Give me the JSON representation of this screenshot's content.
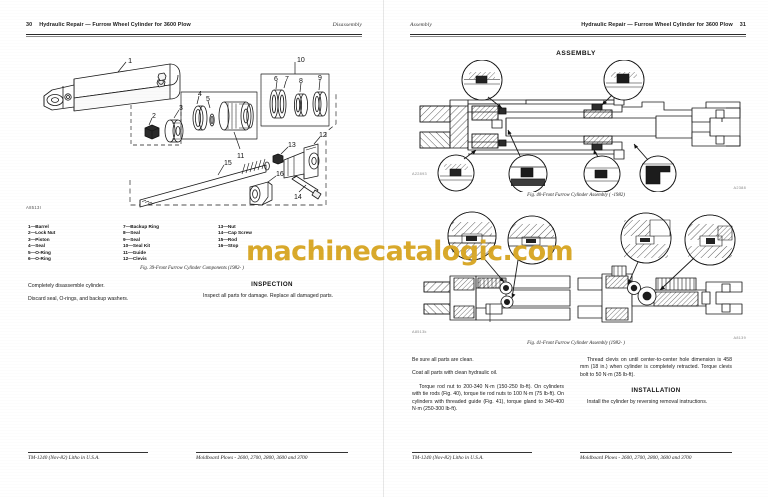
{
  "document": {
    "watermark": "machinecatalogic.com",
    "watermark_color": "#d8a520",
    "ink_color": "#181818"
  },
  "left_page": {
    "running_head": {
      "page_number": "30",
      "title": "Hydraulic Repair — Furrow Wheel Cylinder for 3600 Plow",
      "section": "Disassembly"
    },
    "figure": {
      "drawing_code": "A8513I",
      "caption": "Fig. 39-Front Furrow Cylinder Components (1982-      )",
      "callouts": [
        "1",
        "2",
        "3",
        "4",
        "5",
        "6",
        "7",
        "8",
        "9",
        "10",
        "11",
        "12",
        "13",
        "14",
        "15",
        "16"
      ]
    },
    "parts_legend": {
      "column_1": [
        "1—Barrel",
        "2—Lock Nut",
        "3—Piston",
        "4—Seal",
        "5—O-Ring",
        "6—O-Ring"
      ],
      "column_2": [
        "7—Backup Ring",
        "8—Seal",
        "9—Seal",
        "10—Seal Kit",
        "11—Guide",
        "12—Clevis"
      ],
      "column_3": [
        "13—Nut",
        "14—Cap Screw",
        "15—Rod",
        "16—Stop"
      ]
    },
    "disassembly_text": [
      "Completely disassemble cylinder.",
      "Discard seal, O-rings, and backup washers."
    ],
    "inspection": {
      "heading": "INSPECTION",
      "paragraphs": [
        "Inspect all parts for damage. Replace all damaged parts."
      ]
    },
    "footer": {
      "left": "TM-1240 (Nov-82) Litho in U.S.A.",
      "right": "Moldboard Plows  -  2600, 2700, 2800, 3600 and 3700"
    }
  },
  "right_page": {
    "running_head": {
      "section": "Assembly",
      "title": "Hydraulic Repair — Furrow Wheel Cylinder for 3600 Plow",
      "page_number": "31"
    },
    "section_heading": "ASSEMBLY",
    "figure_40": {
      "drawing_code": "A22893",
      "corner_code": "A2388",
      "caption": "Fig. 40-Front Furrow Cylinder Assembly (      -1982)"
    },
    "figure_41": {
      "drawing_code": "A8513k",
      "corner_code": "A8139",
      "caption": "Fig. 41-Front Furrow Cylinder Assembly (1982-      )"
    },
    "assembly_text": [
      "Be sure all parts are clean.",
      "Coat all parts with clean hydraulic oil.",
      "Torque rod nut to 200-340 N·m (150-250 lb-ft). On cylinders with tie rods (Fig. 40), torque tie rod nuts to 100 N·m (75 lb-ft). On cylinders with threaded guide (Fig. 41), torque gland to 340-400 N·m (250-300 lb-ft)."
    ],
    "clevis_text": [
      "Thread clevis on until center-to-center hole dimension is 458 mm (18 in.) when cylinder is completely retracted. Torque clevis bolt to 50 N·m (35 lb-ft)."
    ],
    "installation": {
      "heading": "INSTALLATION",
      "paragraphs": [
        "Install the cylinder by reversing removal instructions."
      ]
    },
    "footer": {
      "left": "TM-1240 (Nov-82) Litho in U.S.A.",
      "right": "Moldboard Plows  -  2600, 2700, 2800, 3600 and 3700"
    }
  }
}
